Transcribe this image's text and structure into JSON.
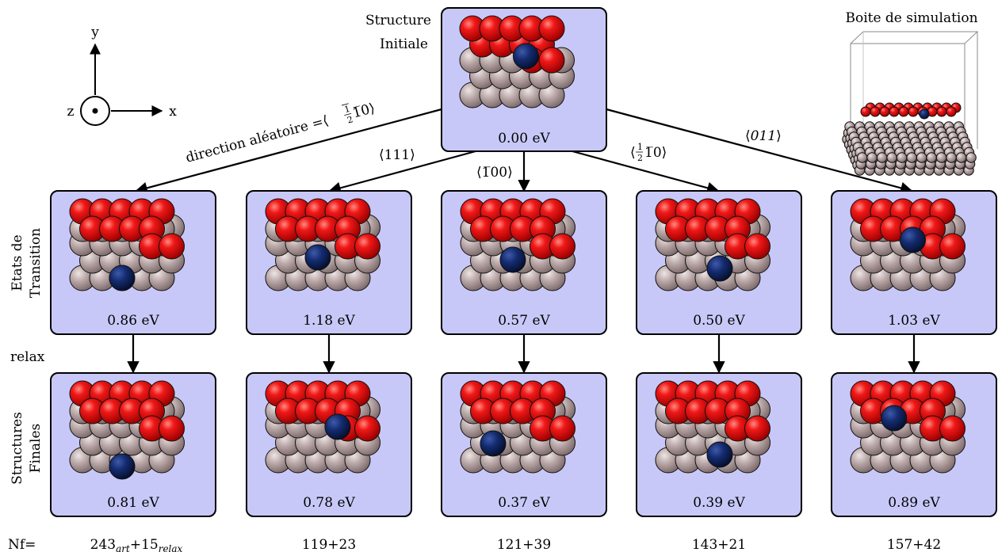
{
  "initial": {
    "label_line1": "Structure",
    "label_line2": "Initiale",
    "energy": "0.00 eV",
    "adatom": [
      1,
      2.05
    ]
  },
  "sim_box": {
    "title": "Boite de simulation"
  },
  "axes": {
    "y": "y",
    "x": "x",
    "z": "z"
  },
  "directions": {
    "random_prefix": "direction aléatoire =",
    "random": {
      "frac_num": "1",
      "frac_den": "2",
      "rest": "1̅0"
    },
    "d111": "111",
    "d100": "1̅00",
    "d_half": {
      "frac_num": "1",
      "frac_den": "2",
      "rest": "1̅0"
    },
    "d011": "011"
  },
  "row_labels": {
    "transition_line1": "Etats de",
    "transition_line2": "Transition",
    "relax": "relax",
    "final_line1": "Structures",
    "final_line2": "Finales"
  },
  "colors": {
    "panel_fill": "#c8c8f8",
    "oxygen": "#e81010",
    "substrate": "#b4a5a5",
    "adatom": "#1a2f6e"
  },
  "transition_states": [
    {
      "energy": "0.86 eV",
      "row1_missing": [],
      "row2_red": [
        3,
        4
      ],
      "adatom": [
        2.0,
        4
      ]
    },
    {
      "energy": "1.18 eV",
      "row1_missing": [],
      "row2_red": [
        3,
        4
      ],
      "adatom": [
        2.0,
        2.7
      ]
    },
    {
      "energy": "0.57 eV",
      "row1_missing": [],
      "row2_red": [
        3,
        4
      ],
      "adatom": [
        2.0,
        2.85
      ]
    },
    {
      "energy": "0.50 eV",
      "row1_missing": [],
      "row2_red": [
        3,
        4
      ],
      "adatom": [
        2.6,
        3.4
      ]
    },
    {
      "energy": "1.03 eV",
      "row1_missing": [],
      "row2_red": [
        3,
        4
      ],
      "adatom": [
        2.5,
        1.6
      ]
    }
  ],
  "final_structures": [
    {
      "energy": "0.81 eV",
      "row2_red": [
        3,
        4
      ],
      "adatom": [
        2.0,
        4.4
      ]
    },
    {
      "energy": "0.78 eV",
      "row2_red": [
        3,
        4
      ],
      "adatom": [
        3.0,
        1.9
      ]
    },
    {
      "energy": "0.37 eV",
      "row2_red": [
        3,
        4
      ],
      "adatom": [
        1.0,
        2.95
      ]
    },
    {
      "energy": "0.39 eV",
      "row2_red": [
        3,
        4
      ],
      "adatom": [
        2.6,
        3.65
      ]
    },
    {
      "energy": "0.89 eV",
      "row2_red": [
        3,
        4
      ],
      "adatom": [
        1.55,
        1.35
      ]
    }
  ],
  "nf": {
    "label": "Nf=",
    "first_art": "243",
    "first_art_sub": "art",
    "first_relax": "+15",
    "first_relax_sub": "relax",
    "values": [
      "119+23",
      "121+39",
      "143+21",
      "157+42"
    ]
  }
}
